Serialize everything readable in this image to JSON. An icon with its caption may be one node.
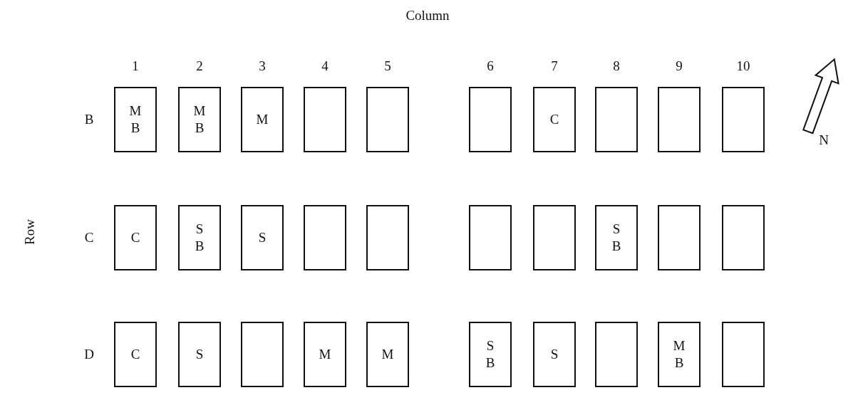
{
  "diagram": {
    "nodes": [
      {
        "text": [
          "M",
          "B"
        ]
      },
      {
        "text": [
          "M",
          "B"
        ]
      },
      {
        "text": [
          "M"
        ]
      },
      {
        "text": [],
        "shape": "box"
      },
      {
        "text": [],
        "shape": "box"
      },
      {
        "text": [],
        "shape": "box"
      },
      {
        "text": [
          "C"
        ]
      },
      {
        "text": [],
        "shape": "box"
      },
      {
        "text": [],
        "shape": "box"
      },
      {
        "text": [],
        "shape": "box"
      },
      {
        "text": [
          "C"
        ]
      },
      {
        "text": [
          "S",
          "B"
        ]
      },
      {
        "text": [
          "S"
        ]
      },
      {
        "text": [],
        "shape": "box"
      },
      {
        "text": [],
        "shape": "box"
      },
      {
        "text": [],
        "shape": "box"
      },
      {
        "text": [],
        "shape": "box"
      },
      {
        "text": [
          "S",
          "B"
        ]
      },
      {
        "text": [],
        "shape": "box"
      },
      {
        "text": [],
        "shape": "box"
      },
      {
        "text": [
          "C"
        ]
      },
      {
        "text": [
          "S"
        ]
      },
      {
        "text": [],
        "shape": "box"
      },
      {
        "text": [
          "M"
        ]
      },
      {
        "text": [
          "M"
        ]
      },
      {
        "text": [
          "S",
          "B"
        ]
      },
      {
        "text": [
          "S"
        ]
      },
      {
        "text": [],
        "shape": "box"
      },
      {
        "text": [
          "M",
          "B"
        ]
      },
      {
        "text": [],
        "shape": "box"
      }
    ],
    "edges": [],
    "labels": [
      "Column",
      "1",
      "2",
      "3",
      "4",
      "5",
      "6",
      "7",
      "8",
      "9",
      "10",
      "B",
      "N",
      "Row",
      "C",
      "D"
    ]
  }
}
